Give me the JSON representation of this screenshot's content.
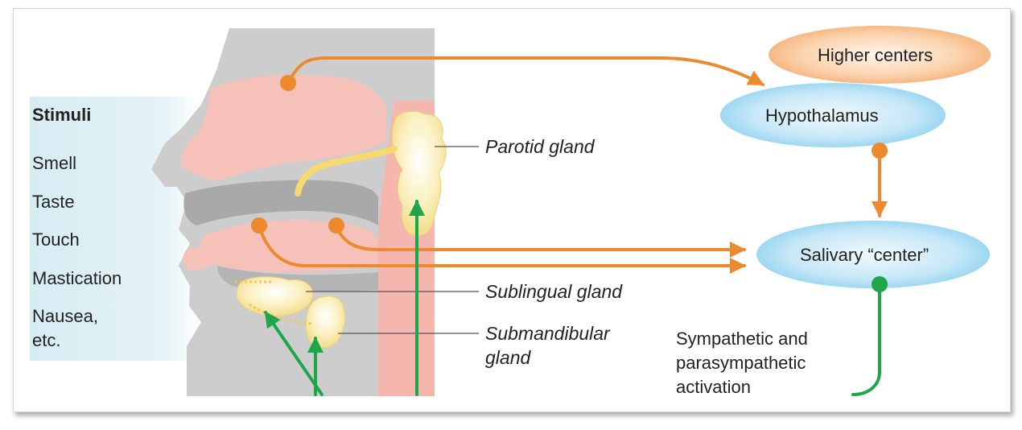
{
  "stimuli": {
    "title": "Stimuli",
    "items": [
      "Smell",
      "Taste",
      "Touch",
      "Mastication",
      "Nausea,",
      "etc."
    ]
  },
  "glands": {
    "parotid": "Parotid gland",
    "sublingual": "Sublingual gland",
    "submandibular_line1": "Submandibular",
    "submandibular_line2": "gland"
  },
  "centers": {
    "higher": "Higher centers",
    "hypothalamus": "Hypothalamus",
    "salivary": "Salivary “center”"
  },
  "activation": {
    "line1": "Sympathetic and",
    "line2": "parasympathetic",
    "line3": "activation"
  },
  "colors": {
    "afferent_arrow": "#ee8a2e",
    "efferent_arrow": "#1fa64a",
    "center_fill": "#bfe3f5",
    "higher_fill": "#f9c89b",
    "tissue_pink": "#f4b6ad",
    "tissue_gray": "#bcbcbc",
    "gland_yellow": "#f7e69a"
  }
}
